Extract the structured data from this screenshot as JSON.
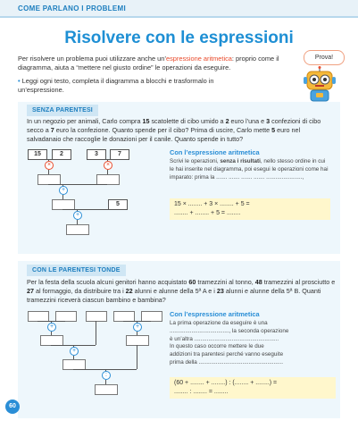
{
  "header": {
    "section": "COME PARLANO I PROBLEMI"
  },
  "title": "Risolvere con le espressioni",
  "intro": {
    "part1": "Per risolvere un problema puoi utilizzare anche un’",
    "highlight": "espressione aritmetica",
    "part2": ": proprio come il diagramma, aiuta a “mettere nel giusto ordine” le operazioni da eseguire."
  },
  "bullet": "Leggi ogni testo, completa il diagramma a blocchi e trasformalo in un’espressione.",
  "provaci": "Prova!",
  "page_number": "60",
  "section1": {
    "badge": "SENZA PARENTESI",
    "problem": {
      "p1": "In un negozio per animali, Carlo compra ",
      "n1": "15",
      "p2": " scatolette di cibo umido a ",
      "n2": "2",
      "p3": " euro l’una e ",
      "n3": "3",
      "p4": " confezioni di cibo secco a ",
      "n4": "7",
      "p5": " euro la confezione. Quanto spende per il cibo? Prima di uscire, Carlo mette ",
      "n5": "5",
      "p6": " euro nel salvadanaio che raccoglie le donazioni per il canile. Quanto spende in tutto?"
    },
    "diagram": {
      "boxes": [
        "15",
        "2",
        "3",
        "7",
        "5"
      ],
      "ops": [
        "×",
        "×",
        "+",
        "+"
      ]
    },
    "subhead": "Con l’espressione aritmetica",
    "side": {
      "s1": "Scrivi le operazioni, ",
      "s1b": "senza i risultati",
      "s2": ", nello stesso ordine in cui le hai inserite nel diagramma, poi esegui le operazioni come hai imparato: prima la ....... ....... ....... ....... .......................,"
    },
    "expr_line1": "15 × ........ + 3 × ........ + 5 =",
    "expr_line2": "........ + ........ + 5 = ........"
  },
  "section2": {
    "badge": "CON LE PARENTESI TONDE",
    "problem": {
      "p1": "Per la festa della scuola alcuni genitori hanno acquistato ",
      "n1": "60",
      "p2": " tramezzini al tonno, ",
      "n2": "48",
      "p3": " tramezzini al prosciutto e ",
      "n3": "27",
      "p4": " al formaggio, da distribuire tra i ",
      "n4": "22",
      "p5": " alunni e alunne della 5ª A e i ",
      "n5": "23",
      "p6": " alunni e alunne della 5ª B. Quanti tramezzini riceverà ciascun bambino e bambina?"
    },
    "diagram": {
      "ops": [
        "+",
        "+",
        "+",
        ":"
      ]
    },
    "subhead": "Con l’espressione aritmetica",
    "side": {
      "l1": "La prima operazione da eseguire è una",
      "l2": "......................................, la seconda operazione",
      "l3": "è un’altra ......................................................",
      "l4": "In questo caso occorre mettere le due",
      "l5": "addizioni tra parentesi perché vanno eseguite",
      "l6": "prima della ......................................................"
    },
    "expr_line1": "(60 + ........ + ........) : (........ + ........) =",
    "expr_line2": "........ : ........ = ........"
  }
}
